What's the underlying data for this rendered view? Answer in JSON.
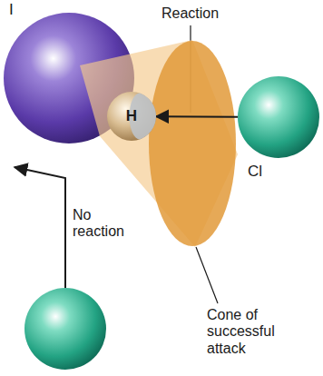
{
  "diagram": {
    "nodes": [
      {
        "text": [
          "I"
        ]
      },
      {
        "text": [
          "H"
        ]
      },
      {
        "text": [
          "Cl"
        ]
      }
    ],
    "edges": [
      {
        "from": 2,
        "to": 1,
        "arrow": "to",
        "label": "Reaction"
      }
    ],
    "labels": [
      "No reaction",
      "Cone of successful attack"
    ]
  }
}
